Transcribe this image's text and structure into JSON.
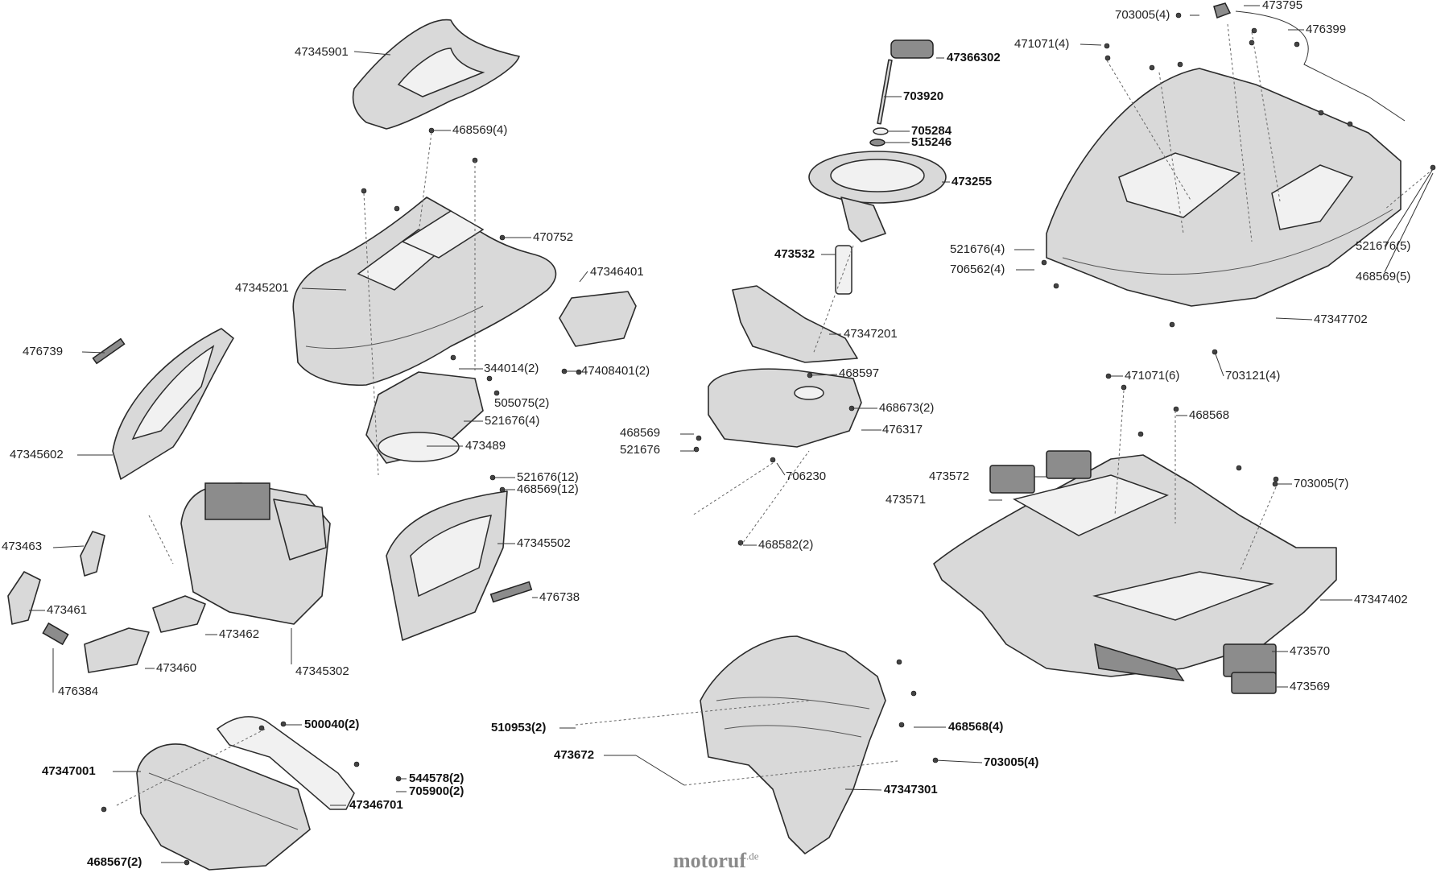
{
  "brand": {
    "name": "motoruf",
    "suffix": ".de"
  },
  "labels": [
    {
      "text": "47345901",
      "bold": false
    },
    {
      "text": "468569(4)",
      "bold": false
    },
    {
      "text": "470752",
      "bold": false
    },
    {
      "text": "47345201",
      "bold": false
    },
    {
      "text": "47346401",
      "bold": false
    },
    {
      "text": "476739",
      "bold": false
    },
    {
      "text": "344014(2)",
      "bold": false
    },
    {
      "text": "47408401(2)",
      "bold": false
    },
    {
      "text": "505075(2)",
      "bold": false
    },
    {
      "text": "521676(4)",
      "bold": false
    },
    {
      "text": "473489",
      "bold": false
    },
    {
      "text": "47345602",
      "bold": false
    },
    {
      "text": "521676(12)",
      "bold": false
    },
    {
      "text": "468569(12)",
      "bold": false
    },
    {
      "text": "47345502",
      "bold": false
    },
    {
      "text": "473463",
      "bold": false
    },
    {
      "text": "473461",
      "bold": false
    },
    {
      "text": "476738",
      "bold": false
    },
    {
      "text": "473462",
      "bold": false
    },
    {
      "text": "473460",
      "bold": false
    },
    {
      "text": "47345302",
      "bold": false
    },
    {
      "text": "476384",
      "bold": false
    },
    {
      "text": "500040(2)",
      "bold": true
    },
    {
      "text": "47347001",
      "bold": true
    },
    {
      "text": "544578(2)",
      "bold": true
    },
    {
      "text": "705900(2)",
      "bold": true
    },
    {
      "text": "47346701",
      "bold": true
    },
    {
      "text": "468567(2)",
      "bold": true
    },
    {
      "text": "47366302",
      "bold": true
    },
    {
      "text": "703920",
      "bold": true
    },
    {
      "text": "705284",
      "bold": true
    },
    {
      "text": "515246",
      "bold": true
    },
    {
      "text": "473255",
      "bold": true
    },
    {
      "text": "473532",
      "bold": true
    },
    {
      "text": "47347201",
      "bold": false
    },
    {
      "text": "468597",
      "bold": false
    },
    {
      "text": "468673(2)",
      "bold": false
    },
    {
      "text": "468569",
      "bold": false
    },
    {
      "text": "521676",
      "bold": false
    },
    {
      "text": "476317",
      "bold": false
    },
    {
      "text": "706230",
      "bold": false
    },
    {
      "text": "468582(2)",
      "bold": false
    },
    {
      "text": "510953(2)",
      "bold": true
    },
    {
      "text": "473672",
      "bold": true
    },
    {
      "text": "468568(4)",
      "bold": true
    },
    {
      "text": "703005(4)",
      "bold": true
    },
    {
      "text": "47347301",
      "bold": true
    },
    {
      "text": "703005(4)",
      "bold": false
    },
    {
      "text": "473795",
      "bold": false
    },
    {
      "text": "471071(4)",
      "bold": false
    },
    {
      "text": "476399",
      "bold": false
    },
    {
      "text": "521676(4)",
      "bold": false
    },
    {
      "text": "706562(4)",
      "bold": false
    },
    {
      "text": "521676(5)",
      "bold": false
    },
    {
      "text": "468569(5)",
      "bold": false
    },
    {
      "text": "47347702",
      "bold": false
    },
    {
      "text": "471071(6)",
      "bold": false
    },
    {
      "text": "703121(4)",
      "bold": false
    },
    {
      "text": "468568",
      "bold": false
    },
    {
      "text": "473572",
      "bold": false
    },
    {
      "text": "703005(7)",
      "bold": false
    },
    {
      "text": "473571",
      "bold": false
    },
    {
      "text": "47347402",
      "bold": false
    },
    {
      "text": "473570",
      "bold": false
    },
    {
      "text": "473569",
      "bold": false
    }
  ]
}
